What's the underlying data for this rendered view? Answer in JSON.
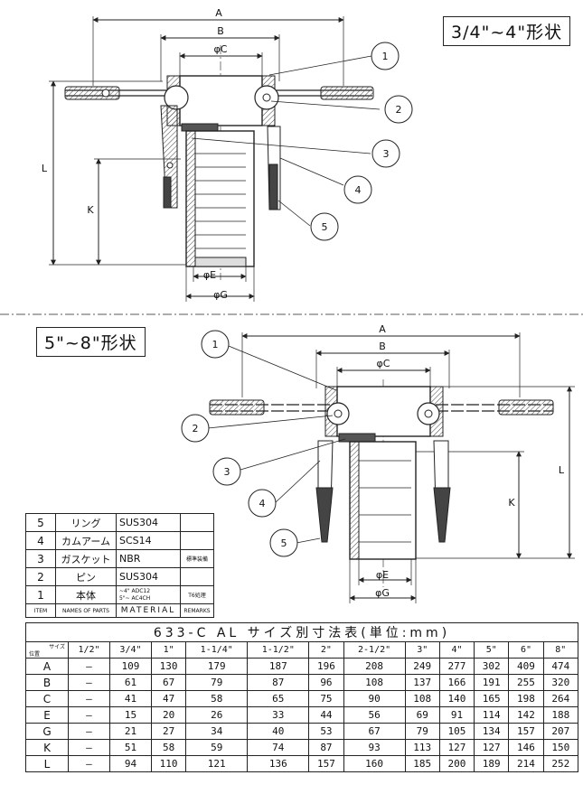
{
  "top_view": {
    "label": "3/4\"~4\"形状",
    "dims": {
      "a": "A",
      "b": "B",
      "c": "φC",
      "e": "φE",
      "g": "φG",
      "l": "L",
      "k": "K"
    },
    "callouts": [
      "1",
      "2",
      "3",
      "4",
      "5"
    ]
  },
  "bottom_view": {
    "label": "5\"~8\"形状",
    "dims": {
      "a": "A",
      "b": "B",
      "c": "φC",
      "e": "φE",
      "g": "φG",
      "l": "L",
      "k": "K"
    },
    "callouts": [
      "1",
      "2",
      "3",
      "4",
      "5"
    ]
  },
  "parts_table": {
    "rows": [
      {
        "no": "5",
        "name": "リング",
        "material": "SUS304",
        "remarks": ""
      },
      {
        "no": "4",
        "name": "カムアーム",
        "material": "SCS14",
        "remarks": ""
      },
      {
        "no": "3",
        "name": "ガスケット",
        "material": "NBR",
        "remarks": "標準装備"
      },
      {
        "no": "2",
        "name": "ピン",
        "material": "SUS304",
        "remarks": ""
      },
      {
        "no": "1",
        "name": "本体",
        "material_lines": [
          "~4\"  ADC12",
          "5\"~ AC4CH"
        ],
        "remarks": "T6処理"
      }
    ],
    "header": {
      "no": "ITEM",
      "name": "NAMES OF PARTS",
      "material": "MATERIAL",
      "remarks": "REMARKS"
    }
  },
  "size_table": {
    "title": "633-C  AL  サイズ別寸法表(単位:mm)",
    "corner_top": "サイズ",
    "corner_bottom": "位置",
    "sizes": [
      "1/2\"",
      "3/4\"",
      "1\"",
      "1-1/4\"",
      "1-1/2\"",
      "2\"",
      "2-1/2\"",
      "3\"",
      "4\"",
      "5\"",
      "6\"",
      "8\""
    ],
    "rows": [
      {
        "pos": "A",
        "values": [
          "—",
          "109",
          "130",
          "179",
          "187",
          "196",
          "208",
          "249",
          "277",
          "302",
          "409",
          "474"
        ]
      },
      {
        "pos": "B",
        "values": [
          "—",
          "61",
          "67",
          "79",
          "87",
          "96",
          "108",
          "137",
          "166",
          "191",
          "255",
          "320"
        ]
      },
      {
        "pos": "C",
        "values": [
          "—",
          "41",
          "47",
          "58",
          "65",
          "75",
          "90",
          "108",
          "140",
          "165",
          "198",
          "264"
        ]
      },
      {
        "pos": "E",
        "values": [
          "—",
          "15",
          "20",
          "26",
          "33",
          "44",
          "56",
          "69",
          "91",
          "114",
          "142",
          "188"
        ]
      },
      {
        "pos": "G",
        "values": [
          "—",
          "21",
          "27",
          "34",
          "40",
          "53",
          "67",
          "79",
          "105",
          "134",
          "157",
          "207"
        ]
      },
      {
        "pos": "K",
        "values": [
          "—",
          "51",
          "58",
          "59",
          "74",
          "87",
          "93",
          "113",
          "127",
          "127",
          "146",
          "150"
        ]
      },
      {
        "pos": "L",
        "values": [
          "—",
          "94",
          "110",
          "121",
          "136",
          "157",
          "160",
          "185",
          "200",
          "189",
          "214",
          "252"
        ]
      }
    ]
  }
}
